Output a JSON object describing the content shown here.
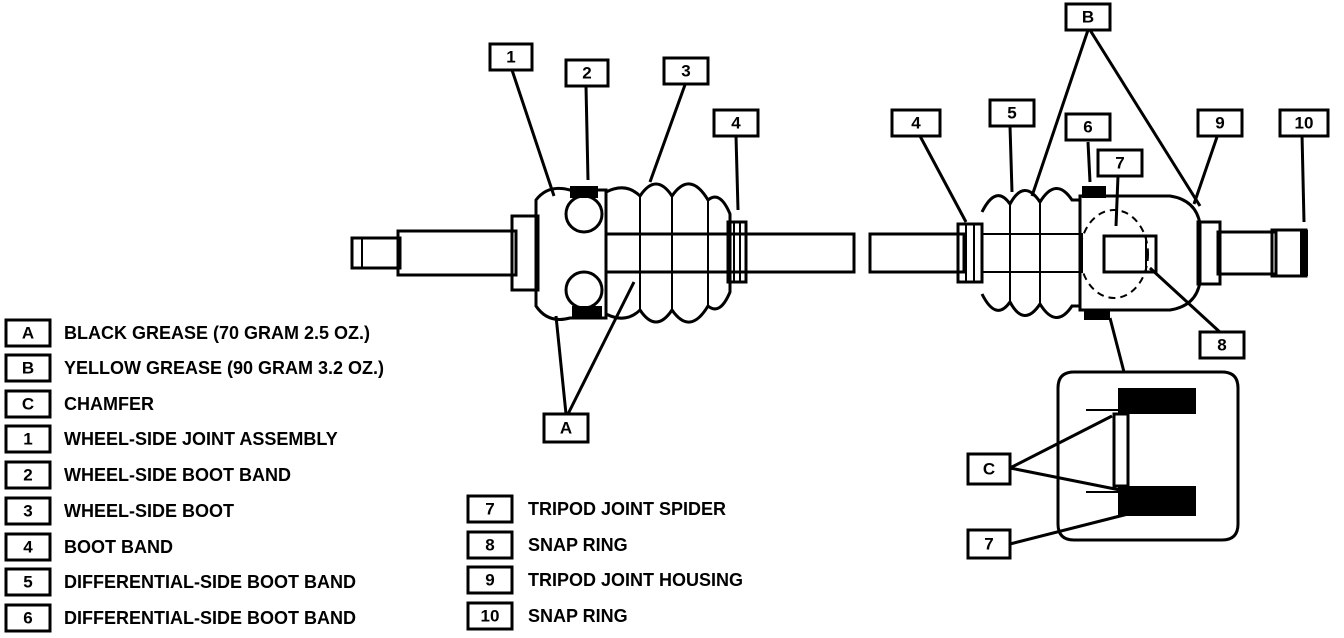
{
  "callouts": {
    "c1": "1",
    "c2": "2",
    "c3": "3",
    "c4a": "4",
    "c4b": "4",
    "c5": "5",
    "c6": "6",
    "c7": "7",
    "c8": "8",
    "c9": "9",
    "c10": "10",
    "cA": "A",
    "cB": "B",
    "cC": "C",
    "c7inset": "7"
  },
  "legend_left": [
    {
      "key": "A",
      "text": "BLACK GREASE (70 GRAM 2.5 OZ.)"
    },
    {
      "key": "B",
      "text": "YELLOW GREASE (90 GRAM 3.2 OZ.)"
    },
    {
      "key": "C",
      "text": "CHAMFER"
    },
    {
      "key": "1",
      "text": "WHEEL-SIDE JOINT ASSEMBLY"
    },
    {
      "key": "2",
      "text": "WHEEL-SIDE BOOT BAND"
    },
    {
      "key": "3",
      "text": "WHEEL-SIDE BOOT"
    },
    {
      "key": "4",
      "text": "BOOT BAND"
    },
    {
      "key": "5",
      "text": "DIFFERENTIAL-SIDE BOOT BAND"
    },
    {
      "key": "6",
      "text": "DIFFERENTIAL-SIDE BOOT BAND"
    }
  ],
  "legend_right": [
    {
      "key": "7",
      "text": "TRIPOD JOINT SPIDER"
    },
    {
      "key": "8",
      "text": "SNAP RING"
    },
    {
      "key": "9",
      "text": "TRIPOD JOINT HOUSING"
    },
    {
      "key": "10",
      "text": "SNAP RING"
    }
  ]
}
